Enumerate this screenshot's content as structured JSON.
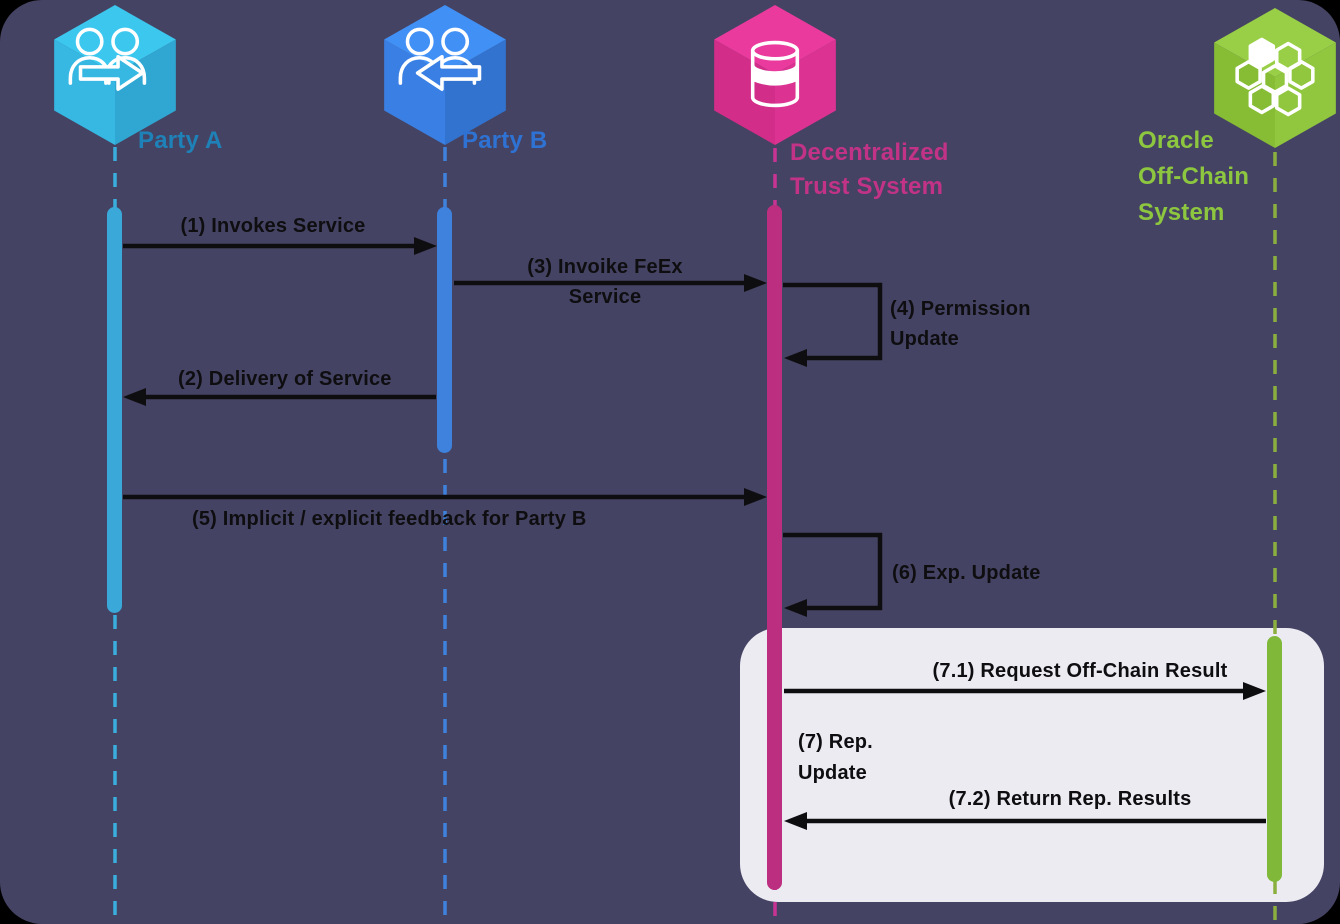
{
  "diagram": {
    "type": "sequence-diagram",
    "background": "#454363",
    "arrow_color": "#0E0E11",
    "result_box_color": "#ECEBF2",
    "actors": [
      {
        "id": "party-a",
        "label": "Party A",
        "label_color": "#1E82B8",
        "line_color": "#3AAEDC",
        "bar_color": "#3AA9DA",
        "icon": "users-arrow-right-icon",
        "cube": {
          "top": "#3CC7EF",
          "left": "#36B8E3",
          "right": "#2FA7D2"
        }
      },
      {
        "id": "party-b",
        "label": "Party B",
        "label_color": "#2E72D4",
        "line_color": "#3E82DD",
        "bar_color": "#3E82DD",
        "icon": "users-arrow-left-icon",
        "cube": {
          "top": "#4190F5",
          "left": "#3A80E4",
          "right": "#3273D0"
        }
      },
      {
        "id": "decentralized-trust-system",
        "label": "Decentralized\nTrust System",
        "label_color": "#C23387",
        "line_color": "#C73493",
        "bar_color": "#BC2F80",
        "icon": "database-icon",
        "cube": {
          "top": "#EA3A9D",
          "left": "#D22D88",
          "right": "#DC3292"
        }
      },
      {
        "id": "oracle-off-chain-system",
        "label": "Oracle\nOff-Chain\nSystem",
        "label_color": "#8DC63F",
        "line_color": "#8BAF3F",
        "bar_color": "#80B83A",
        "icon": "blockchain-icon",
        "cube": {
          "top": "#99CF47",
          "left": "#87BD35",
          "right": "#90C73E"
        }
      }
    ],
    "messages": [
      {
        "num": "1",
        "label": "(1) Invokes Service",
        "from": "party-a",
        "to": "party-b"
      },
      {
        "num": "2",
        "label": "(2) Delivery of Service",
        "from": "party-b",
        "to": "party-a"
      },
      {
        "num": "3",
        "label": "(3) Invoike FeEx\nService",
        "from": "party-b",
        "to": "decentralized-trust-system"
      },
      {
        "num": "4",
        "label": "(4) Permission\nUpdate",
        "from": "decentralized-trust-system",
        "to": "decentralized-trust-system"
      },
      {
        "num": "5",
        "label": "(5) Implicit / explicit feedback for Party B",
        "from": "party-a",
        "to": "decentralized-trust-system"
      },
      {
        "num": "6",
        "label": "(6) Exp. Update",
        "from": "decentralized-trust-system",
        "to": "decentralized-trust-system"
      },
      {
        "num": "7",
        "label": "(7) Rep.\nUpdate",
        "from": "decentralized-trust-system",
        "to": "decentralized-trust-system"
      },
      {
        "num": "7.1",
        "label": "(7.1) Request Off-Chain Result",
        "from": "decentralized-trust-system",
        "to": "oracle-off-chain-system"
      },
      {
        "num": "7.2",
        "label": "(7.2) Return Rep. Results",
        "from": "oracle-off-chain-system",
        "to": "decentralized-trust-system"
      }
    ]
  }
}
